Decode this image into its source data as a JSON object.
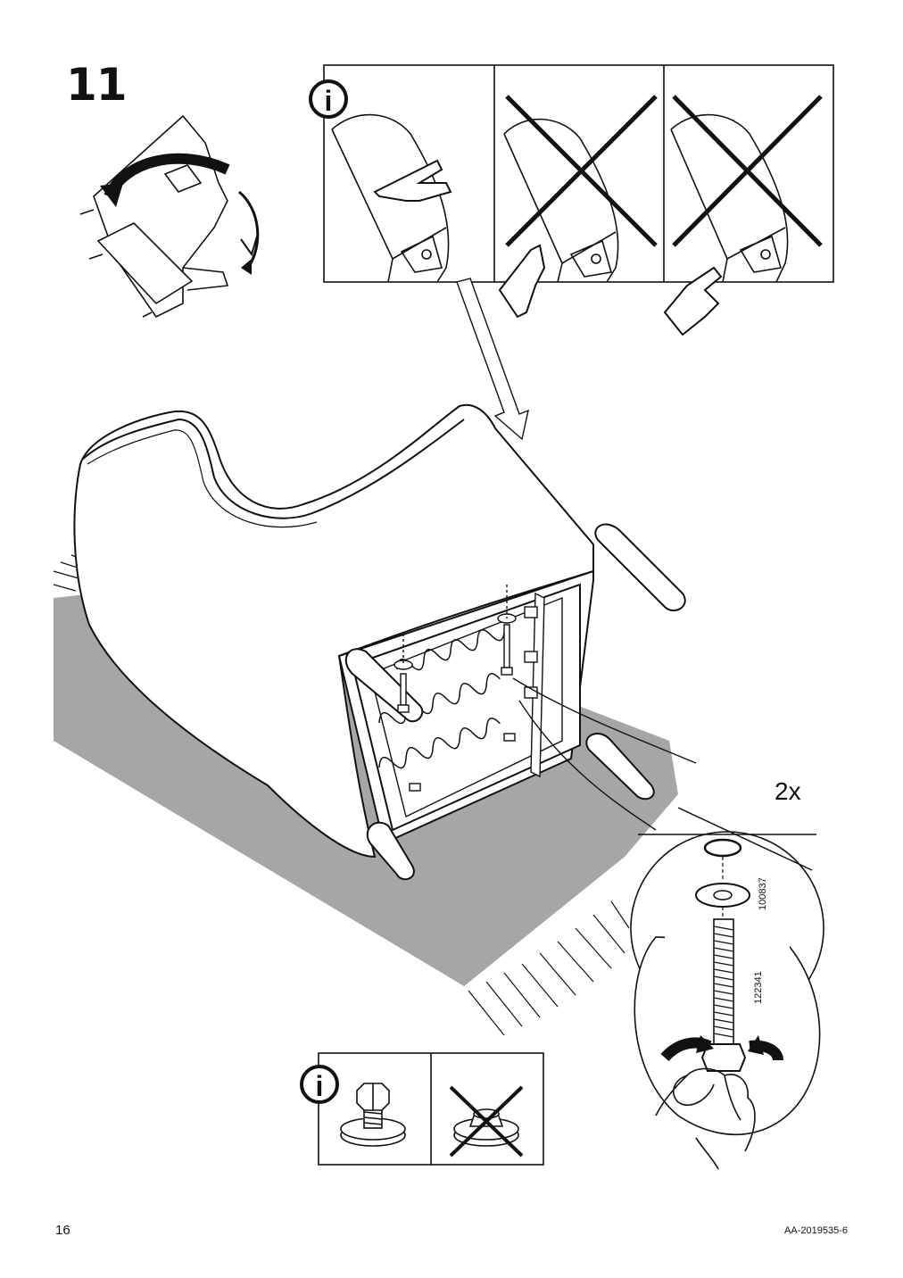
{
  "step": {
    "number": "11"
  },
  "info_panel_top": {
    "info_icon": "i",
    "panels": [
      "correct-grip",
      "wrong-grip",
      "wrong-grip"
    ]
  },
  "detail": {
    "quantity": "2x",
    "washer_code": "100837",
    "bolt_code": "122341"
  },
  "info_panel_bottom": {
    "info_icon": "i",
    "panels": [
      "correct-bolt",
      "wrong-bolt"
    ]
  },
  "footer": {
    "page_number": "16",
    "document_code": "AA-2019535-6"
  },
  "colors": {
    "ink": "#111111",
    "rug": "#a6a6a6",
    "paper": "#ffffff"
  }
}
